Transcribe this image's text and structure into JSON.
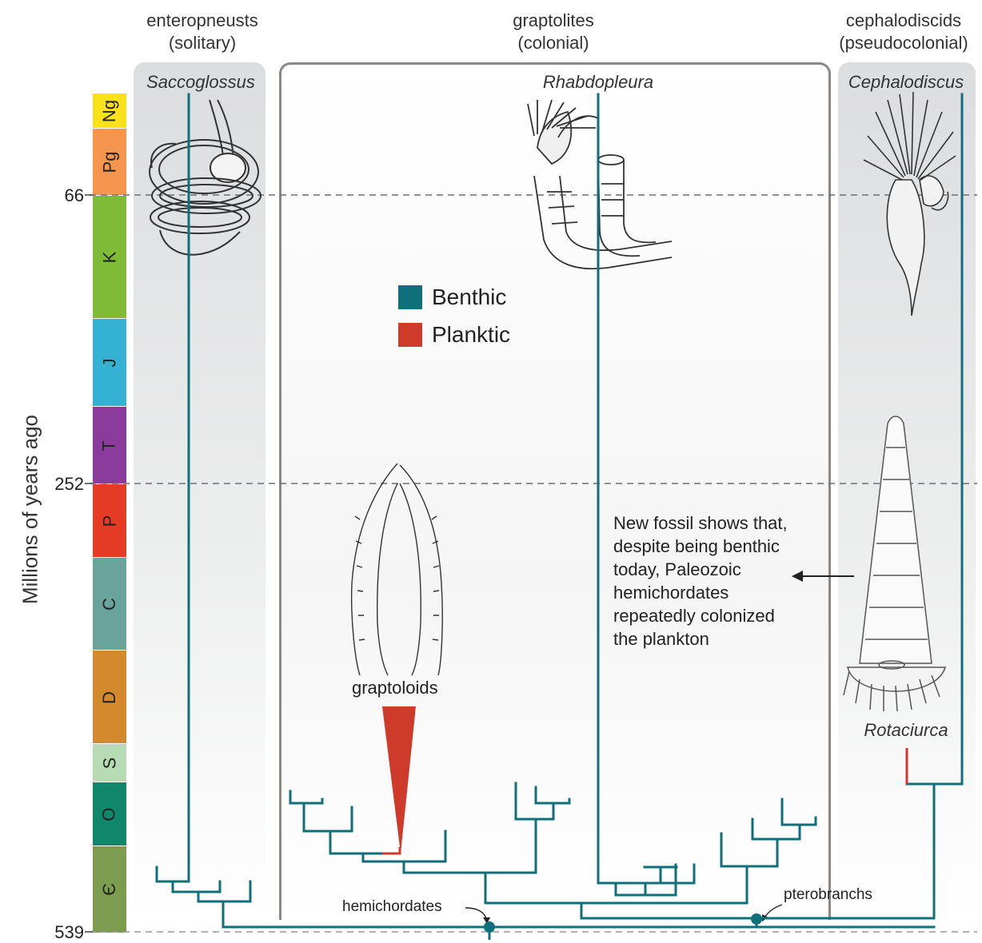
{
  "groups": [
    {
      "title_line1": "enteropneusts",
      "title_line2": "(solitary)",
      "taxon": "Saccoglossus"
    },
    {
      "title_line1": "graptolites",
      "title_line2": "(colonial)",
      "taxon": "Rhabdopleura"
    },
    {
      "title_line1": "cephalodiscids",
      "title_line2": "(pseudocolonial)",
      "taxon": "Cephalodiscus"
    }
  ],
  "axis": {
    "title": "Millions of years ago",
    "ticks": [
      "66",
      "252",
      "539"
    ]
  },
  "periods": [
    {
      "code": "Ng",
      "color": "#f9e21b"
    },
    {
      "code": "Pg",
      "color": "#f6964e"
    },
    {
      "code": "K",
      "color": "#80bb37"
    },
    {
      "code": "J",
      "color": "#35b1d3"
    },
    {
      "code": "T",
      "color": "#8b3b9c"
    },
    {
      "code": "P",
      "color": "#e53a24"
    },
    {
      "code": "C",
      "color": "#6aa39b"
    },
    {
      "code": "D",
      "color": "#d48a2c"
    },
    {
      "code": "S",
      "color": "#b7dcb3"
    },
    {
      "code": "O",
      "color": "#10876a"
    },
    {
      "code": "Є",
      "color": "#7c9d50"
    }
  ],
  "legend": [
    {
      "label": "Benthic",
      "color": "#0f6f7a"
    },
    {
      "label": "Planktic",
      "color": "#cf3b2a"
    }
  ],
  "annotations": {
    "graptoloids": "graptoloids",
    "rotaciurca": "Rotaciurca",
    "hemichordates": "hemichordates",
    "pterobranchs": "pterobranchs",
    "note_lines": [
      "New fossil shows that,",
      "despite being benthic",
      "today, Paleozoic",
      "hemichordates",
      "repeatedly colonized",
      "the plankton"
    ]
  },
  "colors": {
    "benthic": "#0f6f7a",
    "planktic": "#cf3b2a",
    "frame": "#8a8785"
  }
}
